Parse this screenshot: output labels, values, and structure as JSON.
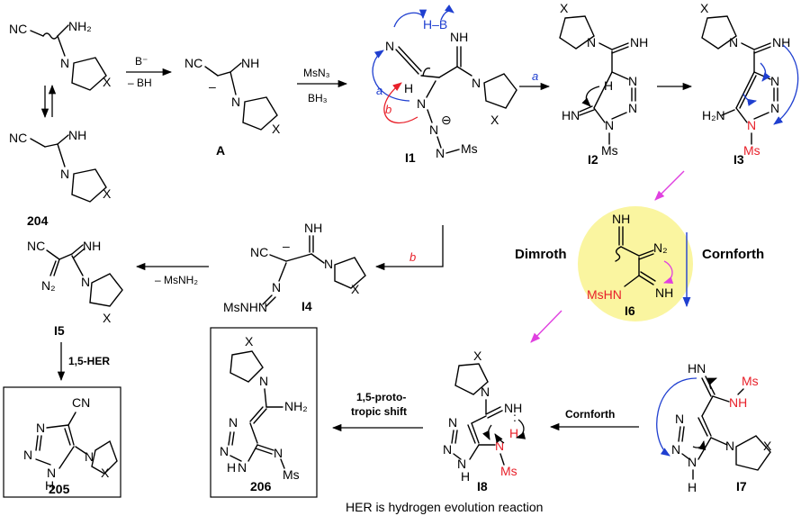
{
  "reagents": {
    "base_top": "B⁻",
    "base_bottom": "– BH",
    "azide_top": "MsN₃",
    "azide_bottom": "BH₃",
    "hb": "H–B",
    "minus_msnh2": "– MsNH₂",
    "her": "1,5-HER",
    "proto_line1": "1,5-proto-",
    "proto_line2": "tropic shift",
    "cornforth_arrow": "Cornforth"
  },
  "compounds": {
    "c204": "204",
    "A": "A",
    "I1": "I1",
    "I2": "I2",
    "I3": "I3",
    "I4": "I4",
    "I5": "I5",
    "I6": "I6",
    "I7": "I7",
    "I8": "I8",
    "c205": "205",
    "c206": "206"
  },
  "pathways": {
    "a": "a",
    "b": "b",
    "dimroth": "Dimroth",
    "cornforth": "Cornforth"
  },
  "atoms": {
    "NC": "NC",
    "CN": "CN",
    "NH2": "NH₂",
    "NH": "NH",
    "N": "N",
    "X": "X",
    "H": "H",
    "Ms": "Ms",
    "HN": "HN",
    "H2N": "H₂N",
    "N2": "N₂",
    "MsHN": "MsHN",
    "MsNHN": "MsNHN",
    "minus": "–",
    "ominus": "⊖"
  },
  "caption": "HER is hydrogen evolution reaction",
  "colors": {
    "blue": "#1f3fd0",
    "red": "#e8202a",
    "magenta": "#e040e0",
    "highlight": "#faf5a0"
  }
}
